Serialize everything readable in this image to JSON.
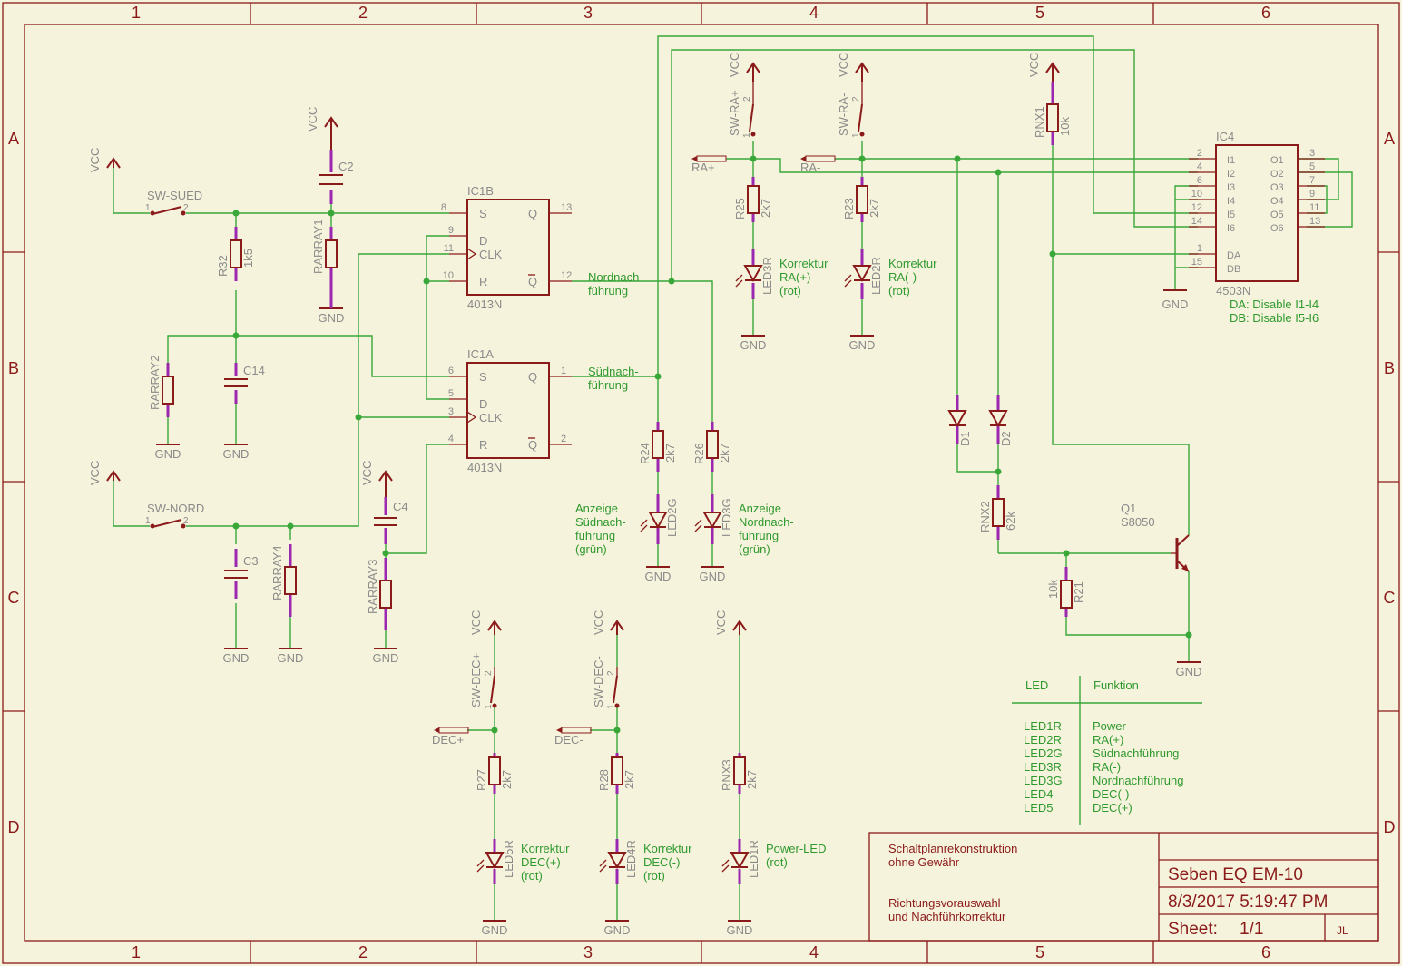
{
  "frame": {
    "columns": [
      "1",
      "2",
      "3",
      "4",
      "5",
      "6"
    ],
    "rows": [
      "A",
      "B",
      "C",
      "D"
    ]
  },
  "power": {
    "vcc": "VCC",
    "gnd": "GND"
  },
  "switches": {
    "sued": "SW-SUED",
    "nord": "SW-NORD",
    "ra_plus": "SW-RA+",
    "ra_minus": "SW-RA-",
    "dec_plus": "SW-DEC+",
    "dec_minus": "SW-DEC-"
  },
  "pins": {
    "p1": "1",
    "p2": "2"
  },
  "resistors": {
    "r32": {
      "name": "R32",
      "value": "1k5"
    },
    "r25": {
      "name": "R25",
      "value": "2k7"
    },
    "r23": {
      "name": "R23",
      "value": "2k7"
    },
    "r24": {
      "name": "R24",
      "value": "2k7"
    },
    "r26": {
      "name": "R26",
      "value": "2k7"
    },
    "r27": {
      "name": "R27",
      "value": "2k7"
    },
    "r28": {
      "name": "R28",
      "value": "2k7"
    },
    "rnx3": {
      "name": "RNX3",
      "value": "2k7"
    },
    "rnx1": {
      "name": "RNX1",
      "value": "10k"
    },
    "rnx2": {
      "name": "RNX2",
      "value": "62k"
    },
    "r21": {
      "name": "R21",
      "value": "10k"
    },
    "rarray1": "RARRAY1",
    "rarray2": "RARRAY2",
    "rarray3": "RARRAY3",
    "rarray4": "RARRAY4"
  },
  "capacitors": {
    "c2": "C2",
    "c14": "C14",
    "c3": "C3",
    "c4": "C4"
  },
  "ic1b": {
    "name": "IC1B",
    "part": "4013N",
    "pin_s": "S",
    "pin_d": "D",
    "pin_clk": "CLK",
    "pin_r": "R",
    "pin_q": "Q",
    "pin_qn": "Q",
    "num_s": "8",
    "num_d": "9",
    "num_clk": "11",
    "num_r": "10",
    "num_q": "13",
    "num_qn": "12"
  },
  "ic1a": {
    "name": "IC1A",
    "part": "4013N",
    "pin_s": "S",
    "pin_d": "D",
    "pin_clk": "CLK",
    "pin_r": "R",
    "pin_q": "Q",
    "pin_qn": "Q",
    "num_s": "6",
    "num_d": "5",
    "num_clk": "3",
    "num_r": "4",
    "num_q": "1",
    "num_qn": "2"
  },
  "ic4": {
    "name": "IC4",
    "part": "4503N",
    "inputs": [
      {
        "num": "2",
        "label": "I1"
      },
      {
        "num": "4",
        "label": "I2"
      },
      {
        "num": "6",
        "label": "I3"
      },
      {
        "num": "10",
        "label": "I4"
      },
      {
        "num": "12",
        "label": "I5"
      },
      {
        "num": "14",
        "label": "I6"
      }
    ],
    "outputs": [
      {
        "num": "3",
        "label": "O1"
      },
      {
        "num": "5",
        "label": "O2"
      },
      {
        "num": "7",
        "label": "O3"
      },
      {
        "num": "9",
        "label": "O4"
      },
      {
        "num": "11",
        "label": "O5"
      },
      {
        "num": "13",
        "label": "O6"
      }
    ],
    "da": {
      "num": "1",
      "label": "DA"
    },
    "db": {
      "num": "15",
      "label": "DB"
    },
    "note1": "DA: Disable I1-I4",
    "note2": "DB: Disable I5-I6"
  },
  "nets": {
    "nord_line1": "Nordnach-",
    "nord_line2": "führung",
    "sued_line1": "Südnach-",
    "sued_line2": "führung",
    "ra_plus": "RA+",
    "ra_minus": "RA-",
    "dec_plus": "DEC+",
    "dec_minus": "DEC-"
  },
  "leds": {
    "led3r": {
      "name": "LED3R",
      "l1": "Korrektur",
      "l2": "RA(+)",
      "l3": "(rot)"
    },
    "led2r": {
      "name": "LED2R",
      "l1": "Korrektur",
      "l2": "RA(-)",
      "l3": "(rot)"
    },
    "led2g": {
      "name": "LED2G",
      "l1": "Anzeige",
      "l2": "Südnach-",
      "l3": "führung",
      "l4": "(grün)"
    },
    "led3g": {
      "name": "LED3G",
      "l1": "Anzeige",
      "l2": "Nordnach-",
      "l3": "führung",
      "l4": "(grün)"
    },
    "led5r": {
      "name": "LED5R",
      "l1": "Korrektur",
      "l2": "DEC(+)",
      "l3": "(rot)"
    },
    "led4r": {
      "name": "LED4R",
      "l1": "Korrektur",
      "l2": "DEC(-)",
      "l3": "(rot)"
    },
    "led1r": {
      "name": "LED1R",
      "l1": "Power-LED",
      "l2": "(rot)"
    }
  },
  "diodes": {
    "d1": "D1",
    "d2": "D2"
  },
  "transistor": {
    "name": "Q1",
    "part": "S8050"
  },
  "legend": {
    "header_led": "LED",
    "header_func": "Funktion",
    "rows": [
      {
        "led": "LED1R",
        "func": "Power"
      },
      {
        "led": "LED2R",
        "func": "RA(+)"
      },
      {
        "led": "LED2G",
        "func": "Südnachführung"
      },
      {
        "led": "LED3R",
        "func": "RA(-)"
      },
      {
        "led": "LED3G",
        "func": "Nordnachführung"
      },
      {
        "led": "LED4",
        "func": "DEC(-)"
      },
      {
        "led": "LED5",
        "func": "DEC(+)"
      }
    ]
  },
  "titleblock": {
    "note1": "Schaltplanrekonstruktion",
    "note2": "ohne Gewähr",
    "desc1": "Richtungsvorauswahl",
    "desc2": "und Nachführkorrektur",
    "title": "Seben EQ EM-10",
    "date": "8/3/2017 5:19:47 PM",
    "sheet_label": "Sheet:",
    "sheet_value": "1/1",
    "initials": "JL"
  }
}
